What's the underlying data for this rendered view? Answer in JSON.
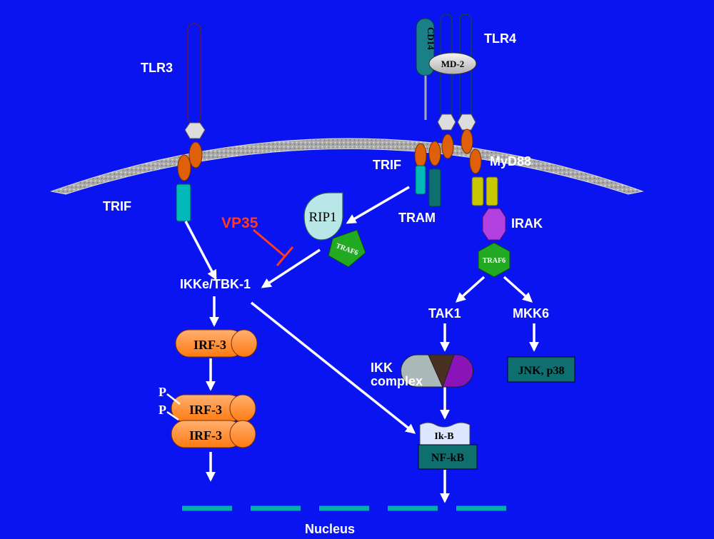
{
  "labels": {
    "tlr3": "TLR3",
    "tlr4": "TLR4",
    "cd14": "CD14",
    "md2": "MD-2",
    "trif_left": "TRIF",
    "trif_right": "TRIF",
    "myd88": "MyD88",
    "tram": "TRAM",
    "rip1": "RIP1",
    "traf6_a": "TRAF6",
    "traf6_b": "TRAF6",
    "vp35": "VP35",
    "irak": "IRAK",
    "ikke_tbk1": "IKKe/TBK-1",
    "irf3_a": "IRF-3",
    "irf3_b": "IRF-3",
    "irf3_c": "IRF-3",
    "p_a": "P",
    "p_b": "P",
    "tak1": "TAK1",
    "mkk6": "MKK6",
    "ikk_complex_line1": "IKK",
    "ikk_complex_line2": "complex",
    "jnk_p38": "JNK, p38",
    "ikb": "Ik-B",
    "nfkb": "NF-kB",
    "nucleus": "Nucleus"
  },
  "colors": {
    "background": "#0a14f0",
    "tlr3": "#f05a4a",
    "tlr4": "#22dd11",
    "cd14": "#1a7f86",
    "adaptor": "#e0600a",
    "trif_box": "#00b8b8",
    "myd88_box": "#c8c800",
    "irak": "#b040e0",
    "traf6": "#22aa22",
    "irf3": "#ff8c2a",
    "nfkb": "#0f6f6f",
    "ikb": "#dde6ff",
    "vp35": "#ff3b1f",
    "nucleus_line": "#00b0a8",
    "membrane": "#b8b8b8"
  }
}
